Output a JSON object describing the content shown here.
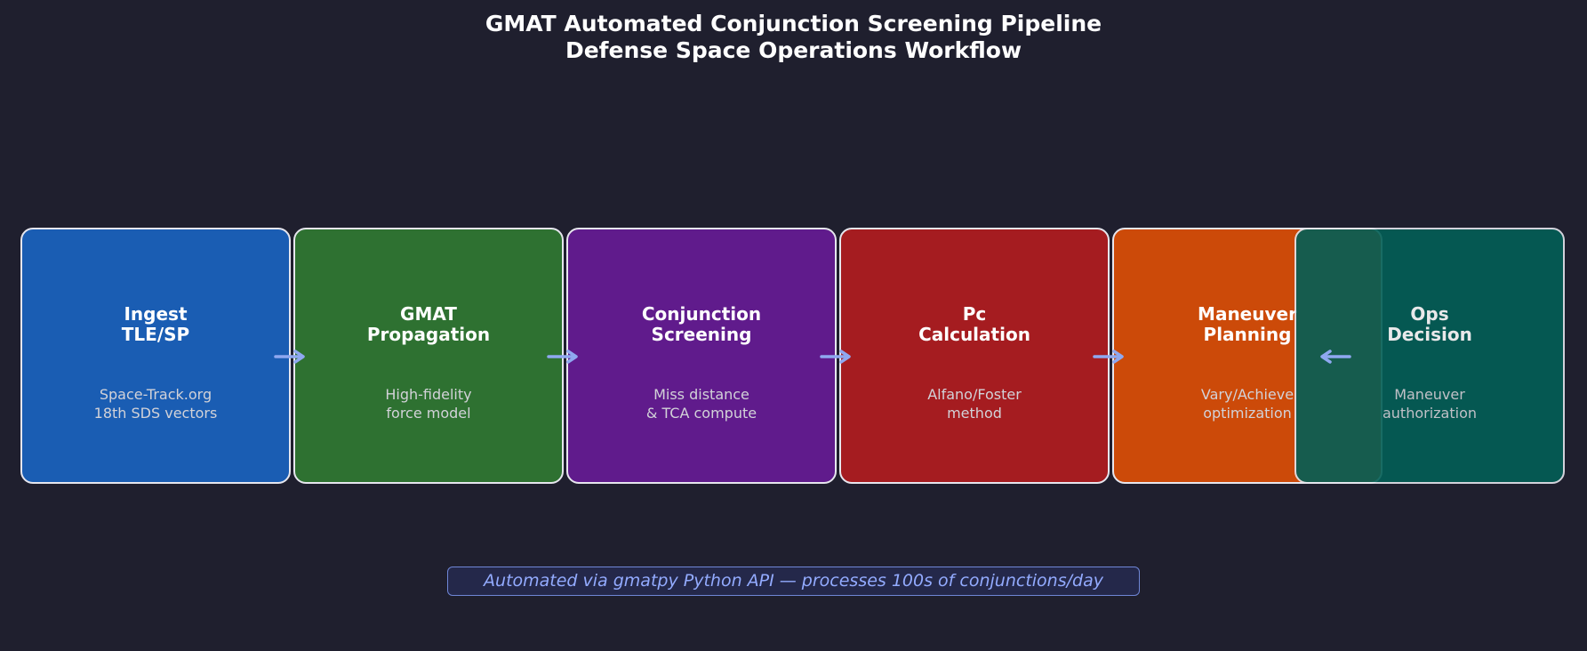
{
  "title": {
    "line1": "GMAT Automated Conjunction Screening Pipeline",
    "line2": "Defense Space Operations Workflow"
  },
  "stages": [
    {
      "head1": "Ingest",
      "head2": "TLE/SP",
      "desc1": "Space-Track.org",
      "desc2": "18th SDS vectors",
      "color": "#1a5db3"
    },
    {
      "head1": "GMAT",
      "head2": "Propagation",
      "desc1": "High-fidelity",
      "desc2": "force model",
      "color": "#2e7131"
    },
    {
      "head1": "Conjunction",
      "head2": "Screening",
      "desc1": "Miss distance",
      "desc2": "& TCA compute",
      "color": "#601b8c"
    },
    {
      "head1": "Pc",
      "head2": "Calculation",
      "desc1": "Alfano/Foster",
      "desc2": "method",
      "color": "#a51c20"
    },
    {
      "head1": "Maneuver",
      "head2": "Planning",
      "desc1": "Vary/Achieve",
      "desc2": "optimization",
      "color": "#cc4a09"
    },
    {
      "head1": "Ops",
      "head2": "Decision",
      "desc1": "Maneuver",
      "desc2": "authorization",
      "color": "#035f56"
    }
  ],
  "arrow_color": "#8fa8f0",
  "footer": "Automated via gmatpy Python API — processes 100s of conjunctions/day"
}
